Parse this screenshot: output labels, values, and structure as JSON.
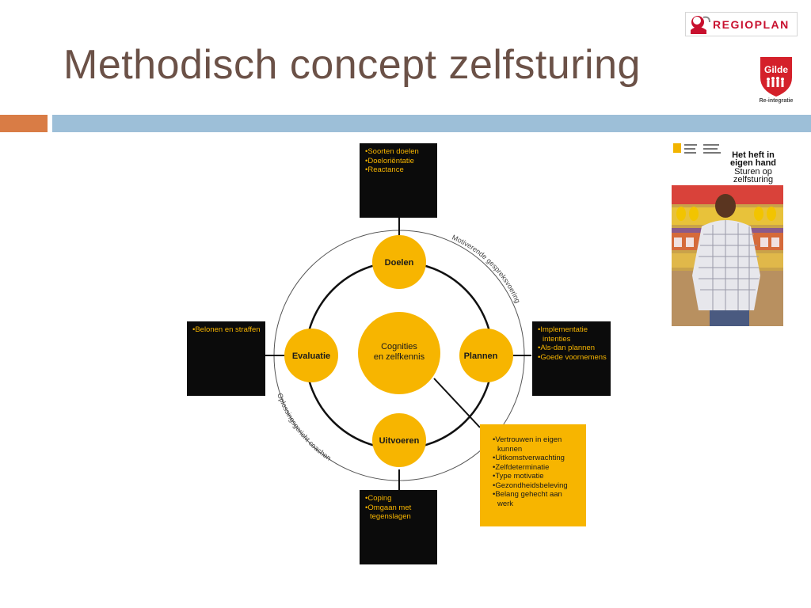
{
  "title": "Methodisch concept zelfsturing",
  "logos": {
    "regioplan": "REGIOPLAN",
    "gilde_name": "Gilde",
    "gilde_sub": "Re-integratie"
  },
  "colors": {
    "title": "#6b5147",
    "accent_orange": "#d97c45",
    "accent_blue": "#9dbfd8",
    "circle_yellow": "#f7b500",
    "box_dark": "#0b0b0b",
    "regioplan_red": "#c8102e"
  },
  "diagram": {
    "center": "Cognities\nen zelfkennis",
    "nodes": {
      "top": "Doelen",
      "right": "Plannen",
      "bottom": "Uitvoeren",
      "left": "Evaluatie"
    },
    "arc_labels": {
      "top_right": "Motiverende gespreksvoering",
      "bottom_left": "Oplossingsgericht coachen"
    },
    "boxes": {
      "top": [
        "Soorten doelen",
        "Doeloriëntatie",
        "Reactance"
      ],
      "left": [
        "Belonen en straffen"
      ],
      "right": [
        "Implementatie intenties",
        "Als-dan plannen",
        "Goede voornemens"
      ],
      "bottom": [
        "Coping",
        "Omgaan met tegenslagen"
      ],
      "center_detail": [
        "Vertrouwen in eigen kunnen",
        "Uitkomstverwachting",
        "Zelfdeterminatie",
        "Type motivatie",
        "Gezondheidsbeleving",
        "Belang gehecht aan werk"
      ]
    }
  },
  "cover": {
    "heading_line1": "Het heft in",
    "heading_line2": "eigen hand",
    "subheading_line1": "Sturen op",
    "subheading_line2": "zelfsturing"
  }
}
